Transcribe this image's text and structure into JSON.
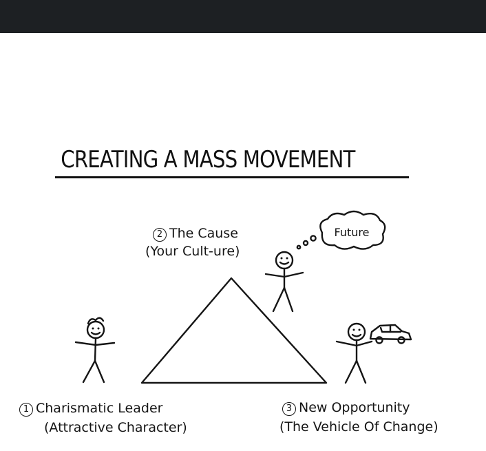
{
  "diagram": {
    "title": "CREATING A MASS MOVEMENT",
    "thought_bubble": "Future",
    "nodes": [
      {
        "number": "2",
        "label": "The Cause",
        "sublabel": "(Your Cult-ure)"
      },
      {
        "number": "1",
        "label": "Charismatic Leader",
        "sublabel": "(Attractive Character)"
      },
      {
        "number": "3",
        "label": "New Opportunity",
        "sublabel": "(The Vehicle Of Change)"
      }
    ]
  }
}
